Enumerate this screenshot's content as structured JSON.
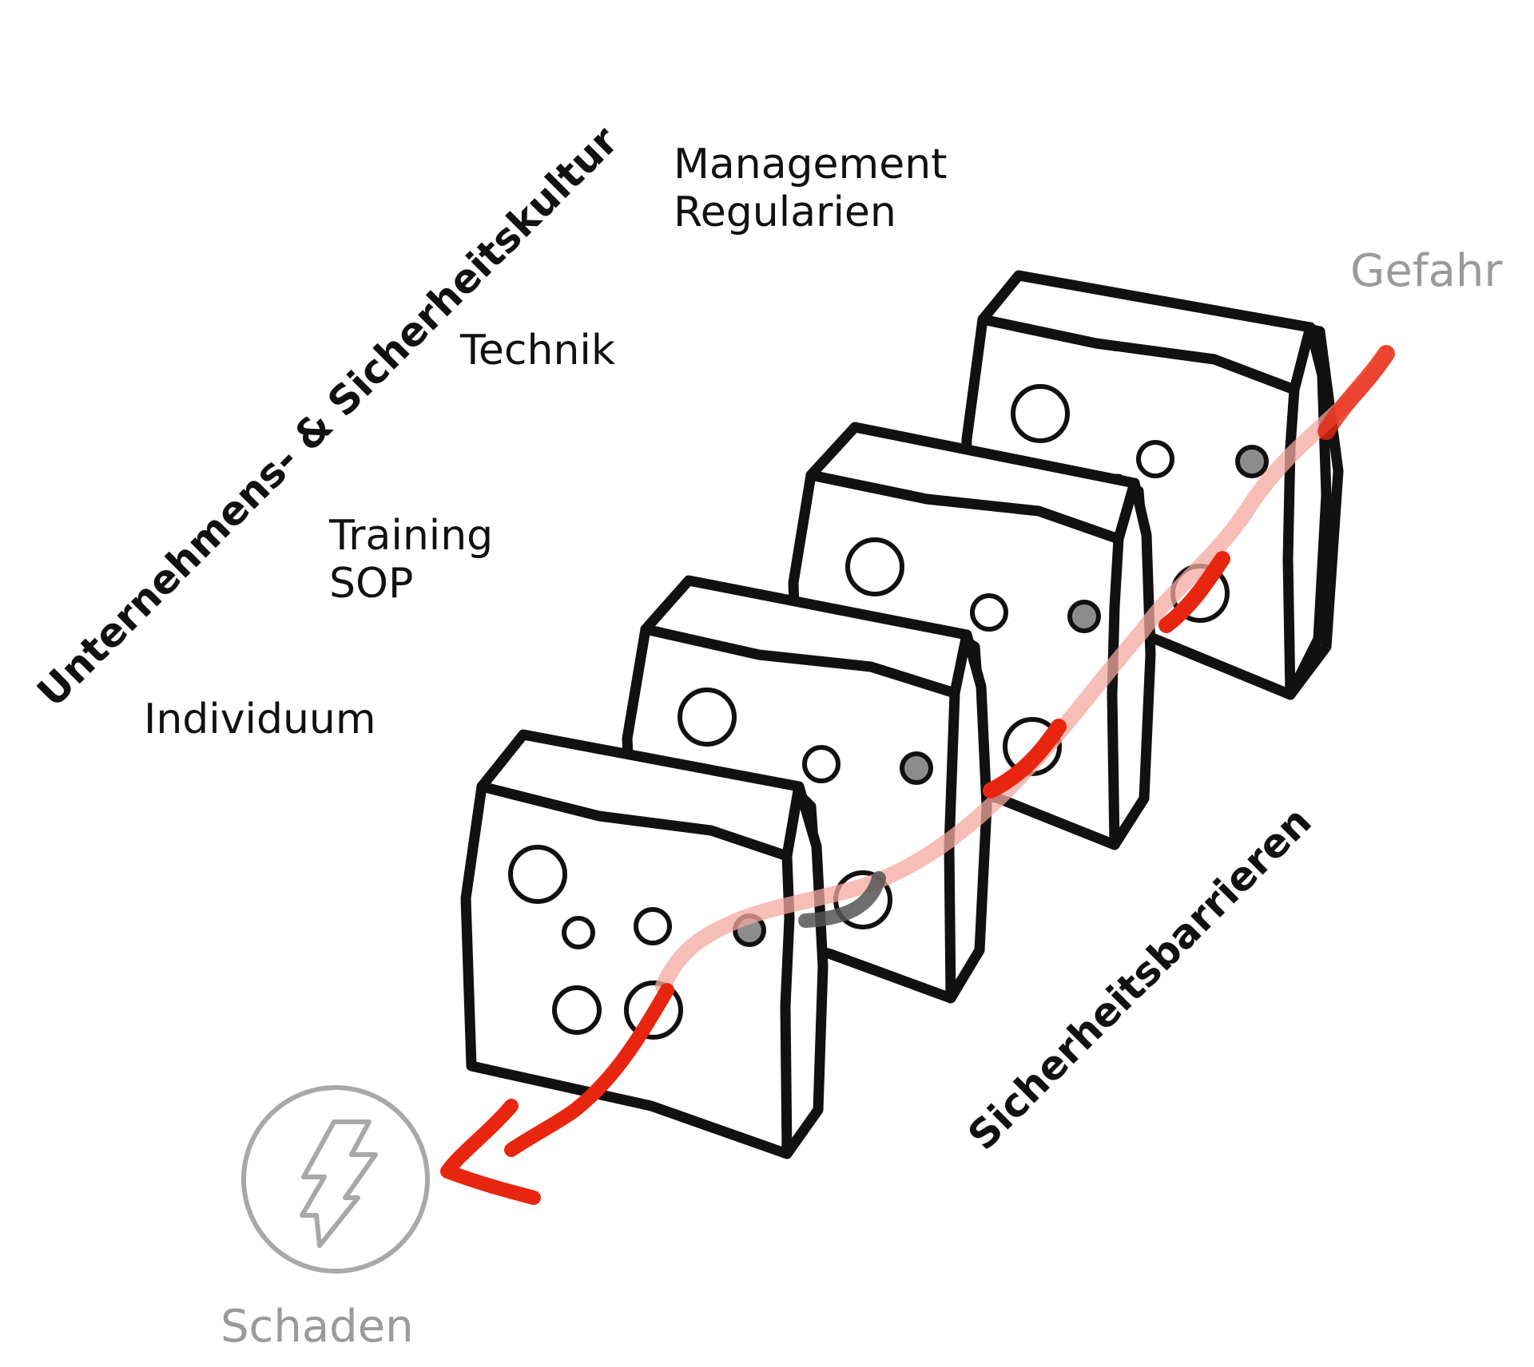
{
  "diagram": {
    "culture_label": "Unternehmens- & Sicherheitskultur",
    "barriers_label": "Sicherheitsbarrieren",
    "hazard_label": "Gefahr",
    "damage_label": "Schaden",
    "layers": [
      {
        "line1": "Management",
        "line2": "Regularien"
      },
      {
        "line1": "Technik",
        "line2": ""
      },
      {
        "line1": "Training",
        "line2": "SOP"
      },
      {
        "line1": "Individuum",
        "line2": ""
      }
    ],
    "icons": {
      "damage": "lightning-bolt-icon"
    },
    "colors": {
      "trajectory": "#e8260f",
      "trajectory_faded": "#f5b5ad",
      "hazard_text": "#9a9a9a",
      "hole_blocked": "#8c8c8c"
    }
  }
}
